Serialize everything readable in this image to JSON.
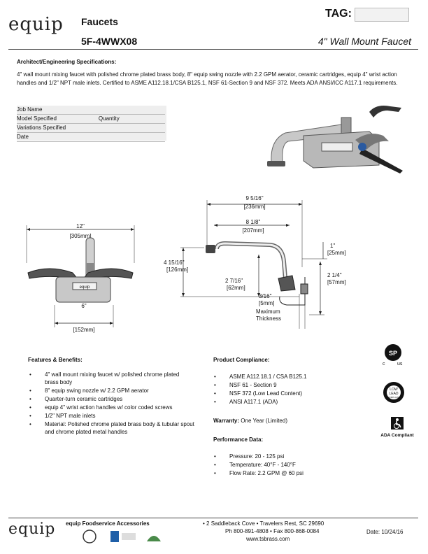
{
  "header": {
    "category": "Faucets",
    "model": "5F-4WWX08",
    "description": "4\" Wall Mount Faucet",
    "tag_label": "TAG:",
    "tag_value": ""
  },
  "logo": {
    "text": "equip"
  },
  "specs": {
    "title": "Architect/Engineering Specifications:",
    "body": "4\" wall mount mixing faucet with polished chrome plated brass body, 8\" equip swing nozzle with 2.2 GPM aerator, ceramic cartridges, equip 4\" wrist action handles and 1/2\" NPT male inlets.  Certified to ASME A112.18.1/CSA B125.1, NSF 61-Section 9 and NSF 372.  Meets ADA ANSI/ICC A117.1 requirements."
  },
  "form": {
    "job_name": "Job Name",
    "model_specified": "Model Specified",
    "quantity": "Quantity",
    "variations": "Variations Specified",
    "date": "Date"
  },
  "dimensions": {
    "front_width": "12\"",
    "front_width_mm": "[305mm]",
    "front_centers": "6\"",
    "front_centers_mm": "[152mm]",
    "overall_reach": "9 5/16\"",
    "overall_reach_mm": "[236mm]",
    "spout_reach": "8 1/8\"",
    "spout_reach_mm": "[207mm]",
    "height": "4 15/16\"",
    "height_mm": "[126mm]",
    "spout_offset": "2 7/16\"",
    "spout_offset_mm": "[62mm]",
    "top_offset": "1\"",
    "top_offset_mm": "[25mm]",
    "body_height": "2 1/4\"",
    "body_height_mm": "[57mm]",
    "thickness": "3/16\"",
    "thickness_mm": "[5mm]",
    "thickness_note1": "Maximum",
    "thickness_note2": "Thickness",
    "body_label": "equip"
  },
  "features": {
    "title": "Features & Benefits:",
    "items": [
      "4\" wall mount mixing faucet w/ polished chrome plated brass body",
      "8\" equip swing nozzle w/ 2.2 GPM aerator",
      "Quarter-turn ceramic cartridges",
      "equip 4\" wrist action handles w/ color coded screws",
      "1/2\" NPT male inlets",
      "Material: Polished chrome plated brass body & tubular spout and chrome plated metal handles"
    ]
  },
  "compliance": {
    "title": "Product Compliance:",
    "items": [
      "ASME A112.18.1 / CSA B125.1",
      "NSF 61 - Section 9",
      "NSF 372 (Low Lead Content)",
      "ANSI A117.1 (ADA)"
    ],
    "warranty_label": "Warranty:",
    "warranty_value": "One Year (Limited)"
  },
  "performance": {
    "title": "Performance Data:",
    "items": [
      "Pressure: 20 - 125 psi",
      "Temperature: 40°F - 140°F",
      "Flow Rate:  2.2 GPM @ 60 psi"
    ]
  },
  "badges": {
    "csa_c": "c",
    "csa_us": "us",
    "low_lead_1": "LOW",
    "low_lead_2": "LEAD",
    "low_lead_3": "COMPLIANT",
    "ada": "ADA Compliant"
  },
  "footer": {
    "brand": "equip Foodservice Accessories",
    "address": "• 2 Saddleback Cove • Travelers Rest, SC 29690",
    "phone": "Ph 800-891-4808 • Fax 800-868-0084",
    "web": "www.tsbrass.com",
    "date": "Date: 10/24/16"
  }
}
